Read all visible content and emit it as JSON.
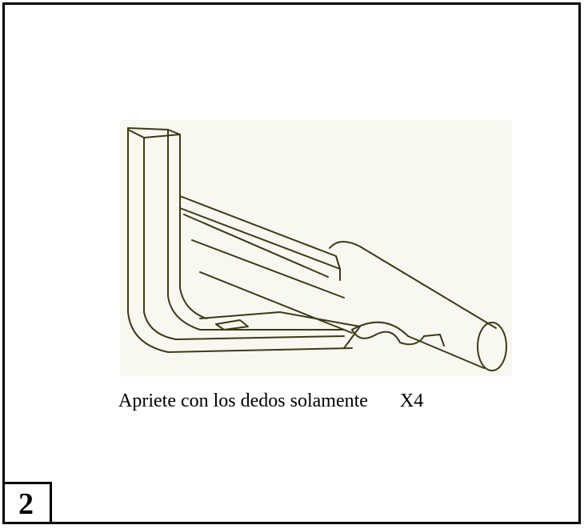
{
  "instruction": {
    "caption": "Apriete con los dedos solamente",
    "quantity": "X4"
  },
  "step": {
    "number": "2"
  },
  "figure": {
    "icon": "bracket-rail-assembly-illustration",
    "line_color": "#3a3a18",
    "background_color": "#f8f8f0"
  }
}
